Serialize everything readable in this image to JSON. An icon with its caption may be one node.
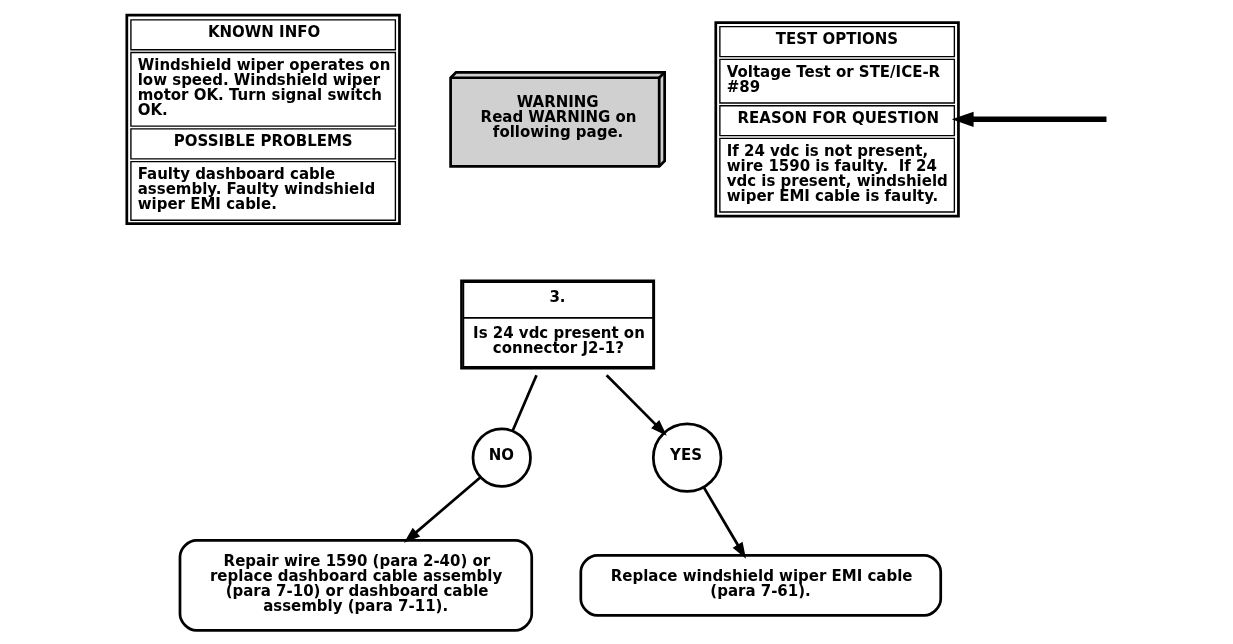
{
  "diagram": {
    "nodes": [
      {
        "text": [
          "KNOWN INFO",
          "Windshield wiper operates on low speed. Windshield wiper motor OK. Turn signal switch OK.",
          "POSSIBLE PROBLEMS",
          "Faulty dashboard cable assembly. Faulty windshield wiper EMI cable."
        ]
      },
      {
        "text": [
          "WARNING",
          "Read WARNING on following page."
        ]
      },
      {
        "text": [
          "3.",
          "Is 24 vdc present on connector J2-1?"
        ]
      },
      {
        "text": [
          "TEST OPTIONS",
          "Voltage Test or STE/ICE-R #89",
          "REASON FOR QUESTION",
          "If 24 vdc is not present, wire 1590 is faulty.  If 24 vdc is present, windshield wiper EMI cable is faulty."
        ]
      },
      {
        "text": [
          "NO"
        ]
      },
      {
        "text": [
          "YES"
        ]
      },
      {
        "text": [
          "Repair wire 1590 (para 2-40) or replace dashboard cable assembly (para 7-10) or dashboard cable assembly (para 7-11)."
        ]
      },
      {
        "text": [
          "Replace windshield wiper EMI cable (para 7-61)."
        ]
      }
    ],
    "edges": [
      {
        "from": 2,
        "to": 5,
        "arrow": "to"
      },
      {
        "from": 5,
        "to": 7,
        "arrow": "to"
      },
      {
        "from": 2,
        "to": 4,
        "arrow": "none"
      },
      {
        "from": 4,
        "to": 6,
        "arrow": "to"
      },
      {
        "from": null,
        "to": 3,
        "arrow": "to",
        "style": "thick"
      }
    ]
  }
}
